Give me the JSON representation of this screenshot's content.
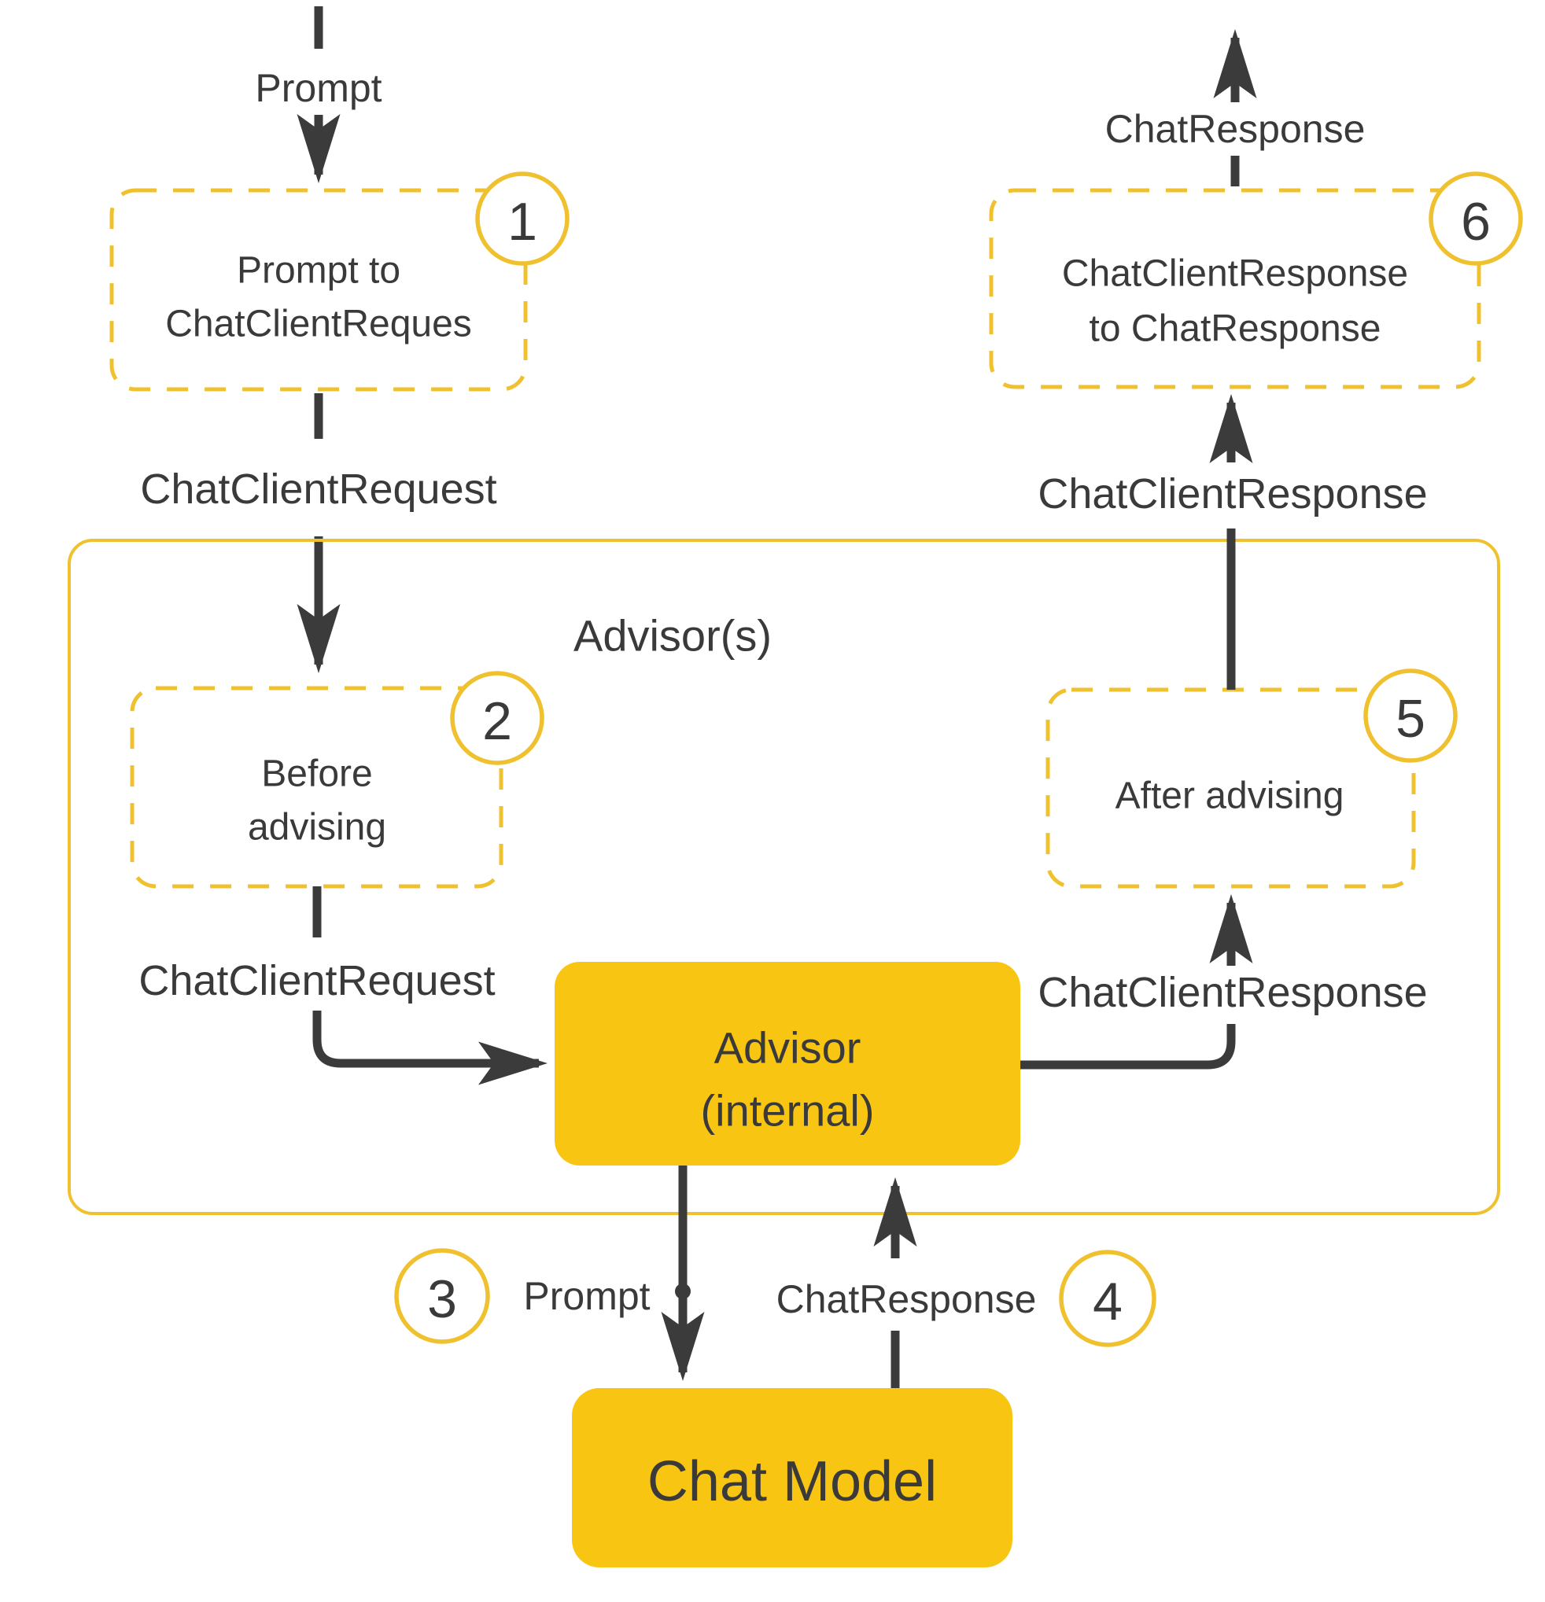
{
  "diagram": {
    "colors": {
      "yellow_fill": "#f9c513",
      "yellow_stroke": "#f0c12f",
      "dark": "#3b3b3b",
      "text_dark": "#3a3a3a"
    },
    "outer_group": {
      "title": "Advisor(s)"
    },
    "nodes": {
      "step1": {
        "number": "1",
        "label_line1": "Prompt to",
        "label_line2": "ChatClientReques"
      },
      "step2": {
        "number": "2",
        "label_line1": "Before",
        "label_line2": "advising"
      },
      "step5": {
        "number": "5",
        "label": "After advising"
      },
      "step6": {
        "number": "6",
        "label_line1": "ChatClientResponse",
        "label_line2": "to ChatResponse"
      },
      "step3": {
        "number": "3"
      },
      "step4": {
        "number": "4"
      },
      "advisor_internal": {
        "label_line1": "Advisor",
        "label_line2": "(internal)"
      },
      "chat_model": {
        "label": "Chat Model"
      }
    },
    "edge_labels": {
      "prompt_top": "Prompt",
      "chat_client_request_outer": "ChatClientRequest",
      "chat_client_request_inner": "ChatClientRequest",
      "chat_client_response_inner": "ChatClientResponse",
      "chat_client_response_outer": "ChatClientResponse",
      "chat_response_top": "ChatResponse",
      "prompt_bottom": "Prompt",
      "chat_response_bottom": "ChatResponse"
    }
  }
}
